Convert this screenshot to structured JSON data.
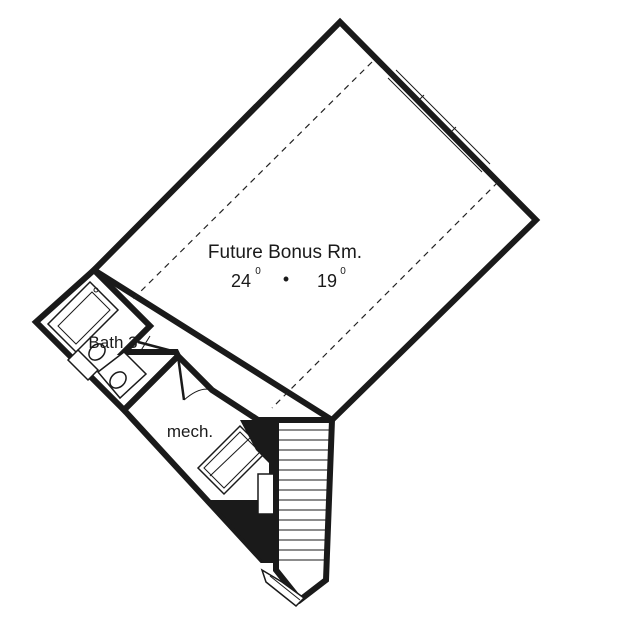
{
  "rooms": {
    "bonus": {
      "name": "Future Bonus Rm.",
      "width_ft": "24",
      "depth_ft": "19",
      "inch_mark_1": "0",
      "inch_mark_2": "0",
      "separator": "•"
    },
    "bath": {
      "name": "Bath 3"
    },
    "mech": {
      "name": "mech."
    }
  }
}
